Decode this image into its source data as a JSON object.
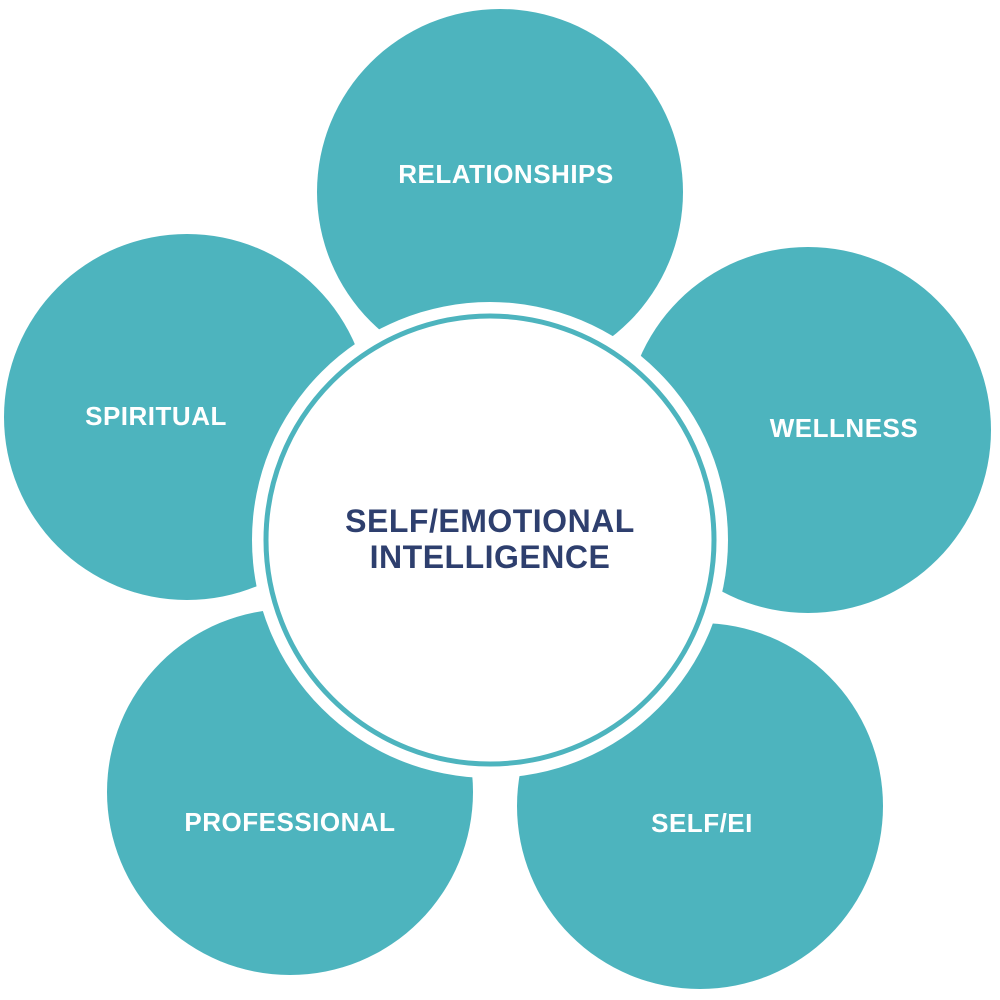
{
  "colors": {
    "petal": "#4db4be",
    "center_text": "#2e3f6e",
    "ring": "#4db4be",
    "background": "#ffffff"
  },
  "center": {
    "line1": "SELF/EMOTIONAL",
    "line2": "INTELLIGENCE"
  },
  "petals": [
    {
      "label": "RELATIONSHIPS"
    },
    {
      "label": "WELLNESS"
    },
    {
      "label": "SELF/EI"
    },
    {
      "label": "PROFESSIONAL"
    },
    {
      "label": "SPIRITUAL"
    }
  ]
}
